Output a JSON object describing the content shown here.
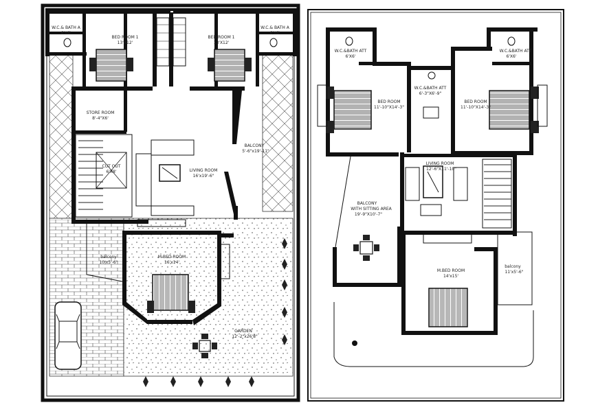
{
  "plan_left": {
    "rooms": {
      "wc_bath_left": {
        "name": "W.C.& BATH A",
        "size": "6'X6'"
      },
      "bed_room_1a": {
        "name": "BED ROOM 1",
        "size": "13'X12'"
      },
      "bed_room_1b": {
        "name": "BED ROOM 1",
        "size": "13'X12'"
      },
      "wc_bath_right": {
        "name": "W.C.& BATH A",
        "size": "6'X6'"
      },
      "store_room": {
        "name": "STORE ROOM",
        "size": "8'-4\"X6'"
      },
      "cut_out": {
        "name": "CUT OUT",
        "size": "6'X8'"
      },
      "living_room": {
        "name": "LIVING ROOM",
        "size": "16'x19'-6\""
      },
      "balcony_main": {
        "name": "BALCONY",
        "size": "5'-6\"x19'-11\""
      },
      "balcony_small": {
        "name": "balcony",
        "size": "10'x5'-6\""
      },
      "m_bed_room": {
        "name": "M.BED ROOM",
        "size": "16'x14'"
      },
      "garden": {
        "name": "GARDEN",
        "size": "12'-2\"x26'8\""
      }
    }
  },
  "plan_right": {
    "rooms": {
      "wc_bath_left": {
        "name": "W.C.&BATH ATT",
        "size": "6'X6'"
      },
      "wc_bath_right": {
        "name": "W.C.&BATH ATT",
        "size": "6'X6'"
      },
      "wc_bath_mid": {
        "name": "W.C.&BATH ATT",
        "size": "6'-3\"X6'-9\""
      },
      "bed_room_left": {
        "name": "BED ROOM",
        "size": "11'-10\"X14'-3\""
      },
      "bed_room_right": {
        "name": "BED ROOM",
        "size": "11'-10\"X14'-3\""
      },
      "living_room": {
        "name": "LIVING ROOM",
        "size": "12'-6\"X11'-10\""
      },
      "balcony_sitting": {
        "name": "BALCONY",
        "name2": "WITH SITTING AREA",
        "size": "19'-9\"X10'-7\""
      },
      "m_bed_room": {
        "name": "M.BED ROOM",
        "size": "14'x15'"
      },
      "balcony_small": {
        "name": "balcony",
        "size": "11'x5'-6\""
      }
    }
  }
}
